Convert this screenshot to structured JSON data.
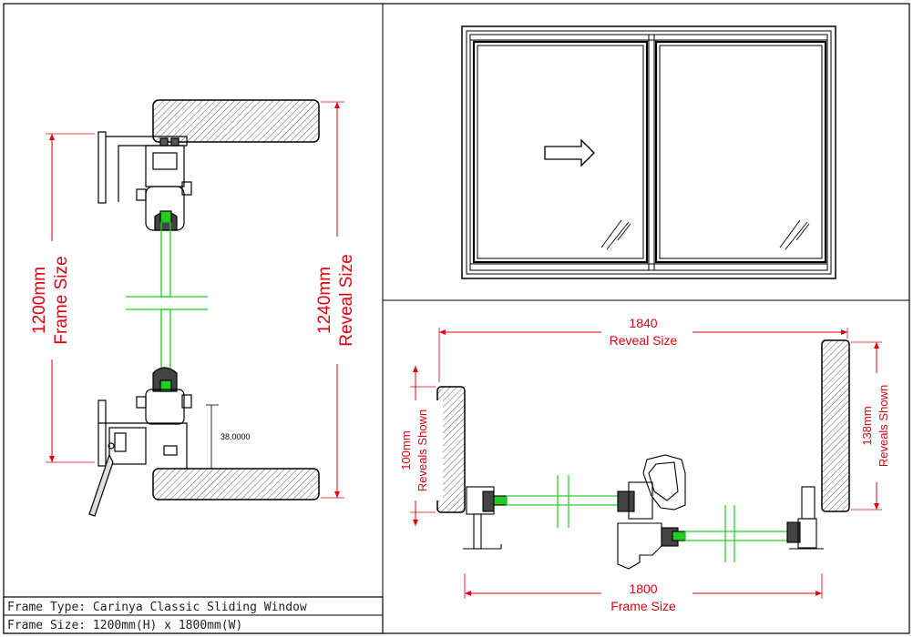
{
  "left_section": {
    "frame_value": "1200mm",
    "frame_label": "Frame Size",
    "reveal_value": "1240mm",
    "reveal_label": "Reveal Size",
    "offset_dim": "38.0000"
  },
  "plan_section": {
    "top_value": "1840",
    "top_label": "Reveal Size",
    "bottom_value": "1800",
    "bottom_label": "Frame Size",
    "left_reveal_value": "100mm",
    "left_reveal_label": "Reveals Shown",
    "right_reveal_value": "138mm",
    "right_reveal_label": "Reveals Shown"
  },
  "title_block": {
    "frame_type": "Frame Type: Carinya Classic Sliding Window",
    "frame_size": "Frame Size: 1200mm(H) x 1800mm(W)"
  },
  "colors": {
    "dimension": "#e0000f",
    "glass": "#22cc22",
    "line": "#000000"
  }
}
